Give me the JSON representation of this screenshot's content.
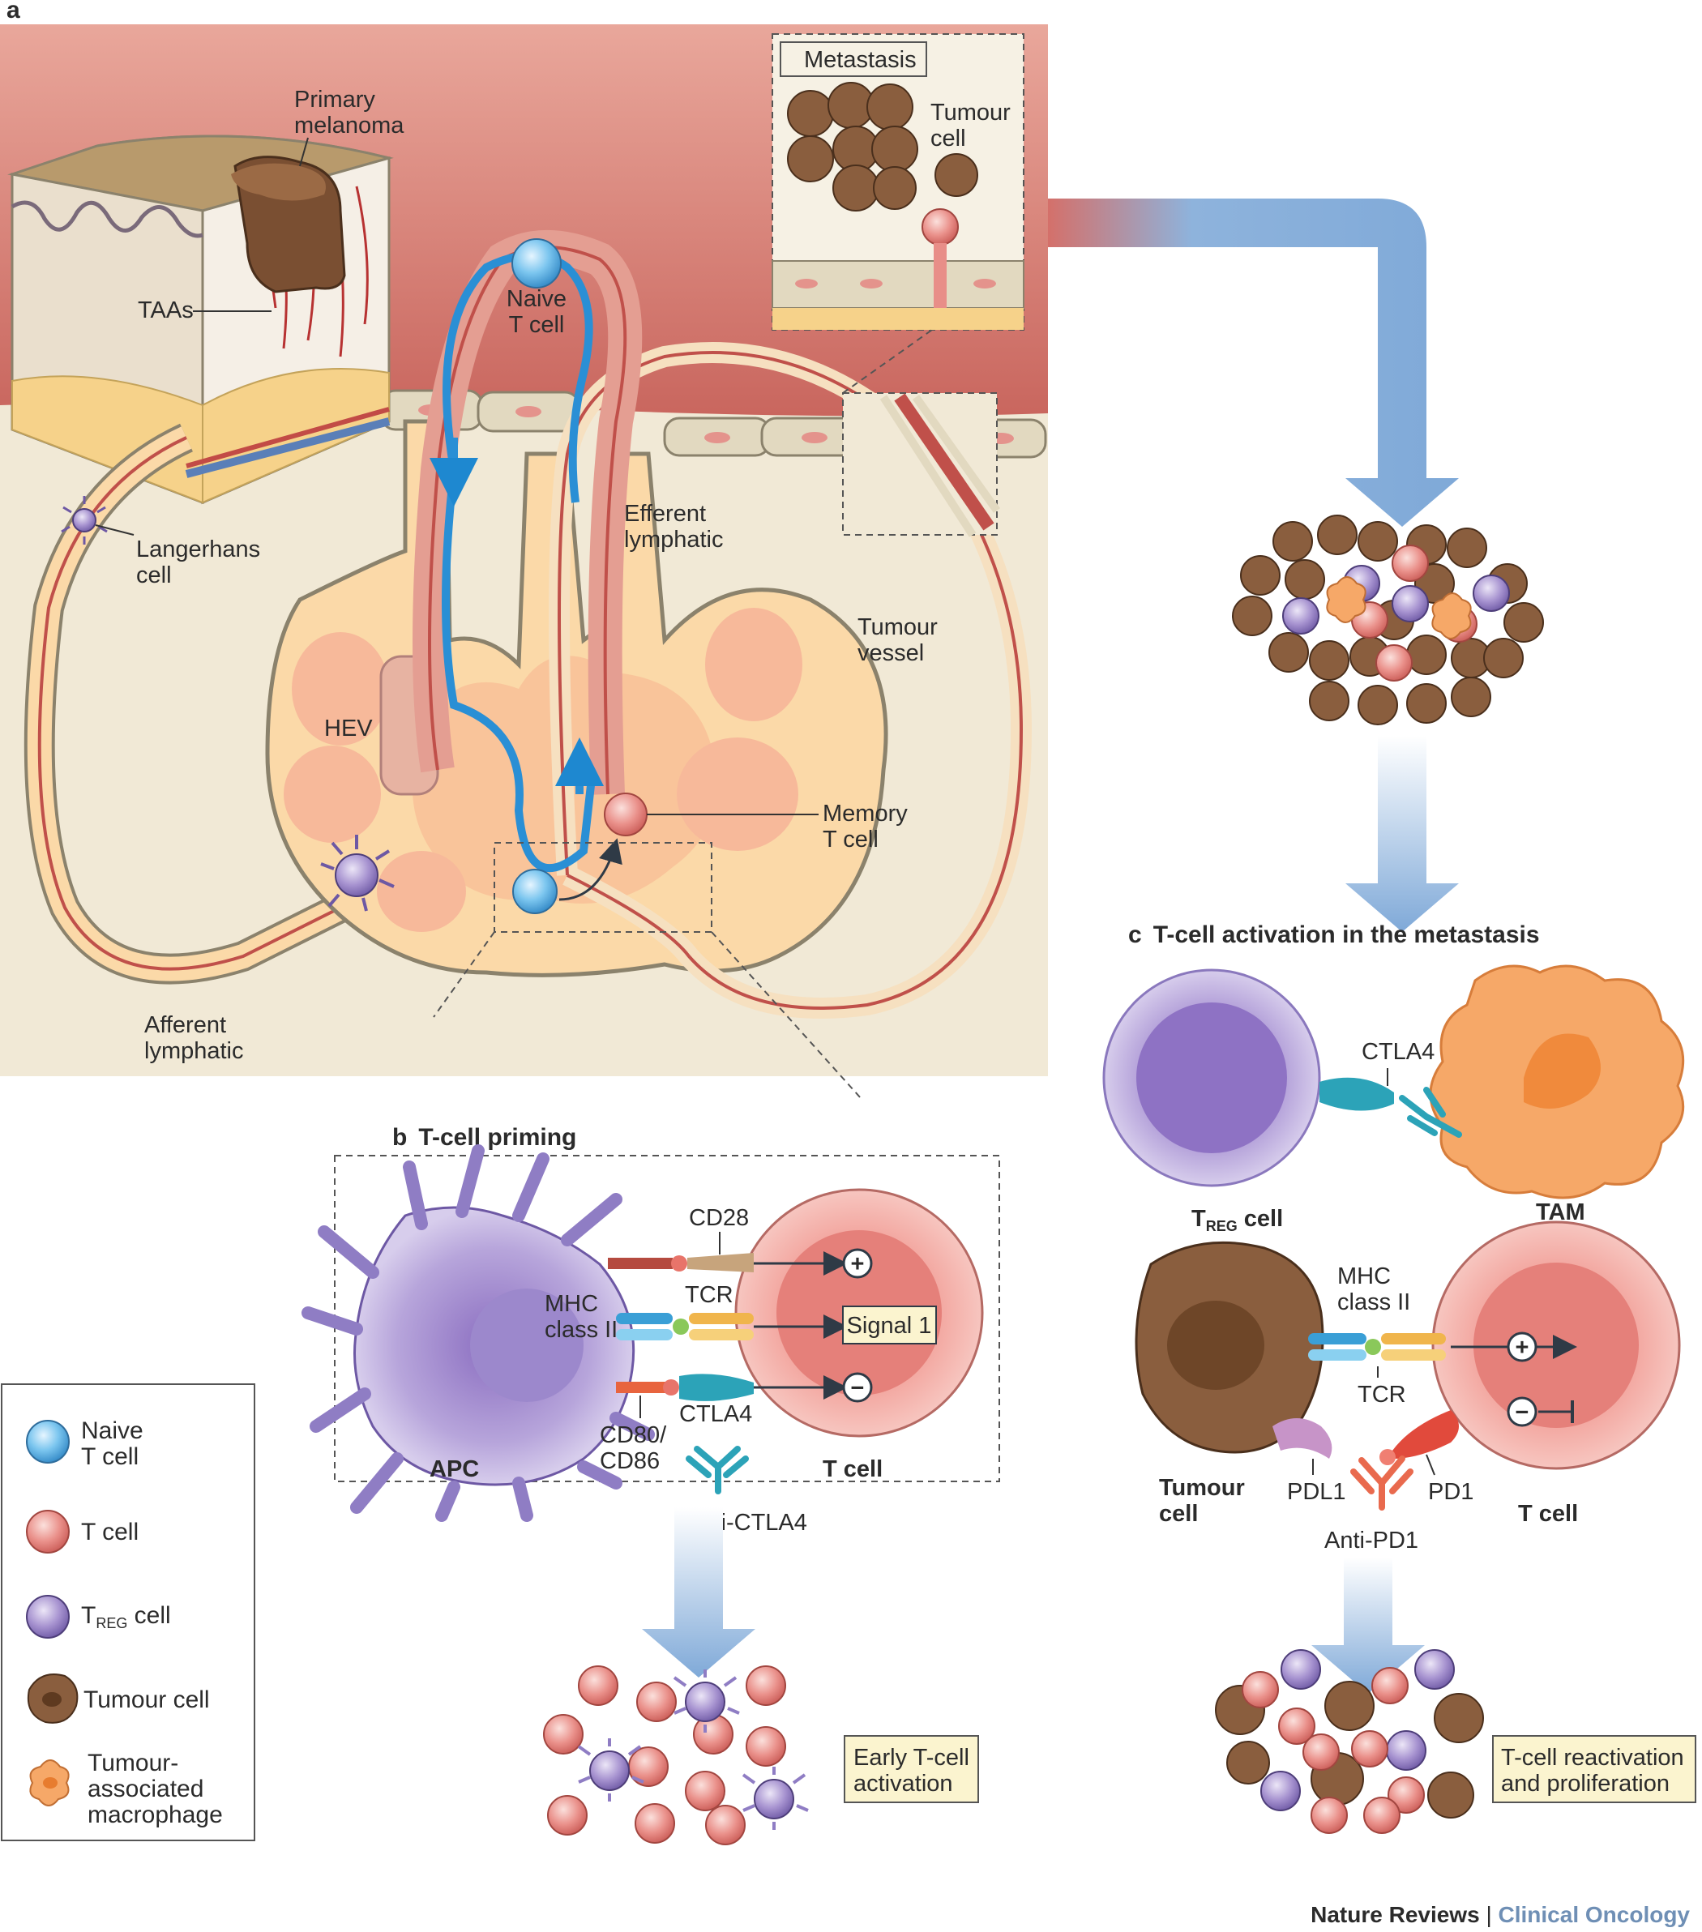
{
  "panel_a": {
    "letter": "a",
    "primary_melanoma": [
      "Primary",
      "melanoma"
    ],
    "taas": "TAAs",
    "naive_t_cell": [
      "Naive",
      "T cell"
    ],
    "metastasis": "Metastasis",
    "tumour_cell": [
      "Tumour",
      "cell"
    ],
    "langerhans_cell": [
      "Langerhans",
      "cell"
    ],
    "efferent_lymphatic": [
      "Efferent",
      "lymphatic"
    ],
    "tumour_vessel": [
      "Tumour",
      "vessel"
    ],
    "hev": "HEV",
    "memory_t_cell": [
      "Memory",
      "T cell"
    ],
    "afferent_lymphatic": [
      "Afferent",
      "lymphatic"
    ]
  },
  "panel_b": {
    "letter": "b",
    "title": "T-cell priming",
    "cd28": "CD28",
    "plus": "+",
    "mhc_class_ii": [
      "MHC",
      "class II"
    ],
    "tcr": "TCR",
    "signal_1": "Signal 1",
    "minus": "−",
    "ctla4": "CTLA4",
    "cd80_cd86": [
      "CD80/",
      "CD86"
    ],
    "apc": "APC",
    "t_cell": "T cell",
    "anti_ctla4": "Anti-CTLA4",
    "outcome": [
      "Early T-cell",
      "activation"
    ]
  },
  "panel_c": {
    "letter": "c",
    "title": "T-cell activation in the metastasis",
    "ctla4": "CTLA4",
    "treg_main": "T",
    "treg_sub": "REG",
    "treg_suffix": " cell",
    "tam": "TAM",
    "mhc_class_ii": [
      "MHC",
      "class II"
    ],
    "tcr": "TCR",
    "plus": "+",
    "minus": "−",
    "tumour_cell": [
      "Tumour",
      "cell"
    ],
    "pdl1": "PDL1",
    "pd1": "PD1",
    "anti_pd1": "Anti-PD1",
    "t_cell": "T cell",
    "outcome": [
      "T-cell reactivation",
      "and proliferation"
    ]
  },
  "legend": {
    "naive": [
      "Naive",
      "T cell"
    ],
    "tcell": "T cell",
    "treg_main": "T",
    "treg_sub": "REG",
    "treg_suffix": " cell",
    "tumour": "Tumour cell",
    "tam": [
      "Tumour-",
      "associated",
      "macrophage"
    ]
  },
  "footer": {
    "journal": "Nature Reviews",
    "separator": " | ",
    "section": "Clinical Oncology"
  },
  "colors": {
    "tissue_red": "#d98b80",
    "stroma": "#f1e9d6",
    "lymph_node": "#fbd9a8",
    "naive_blue": "#5fb6e6",
    "tcell_red": "#e88e88",
    "treg_purple": "#9f8ac4",
    "tumour_brown": "#8a5e3e",
    "tam_orange": "#f6a868",
    "arrow_blue": "#8db4dc",
    "footer_blue": "#6f8fb5"
  }
}
